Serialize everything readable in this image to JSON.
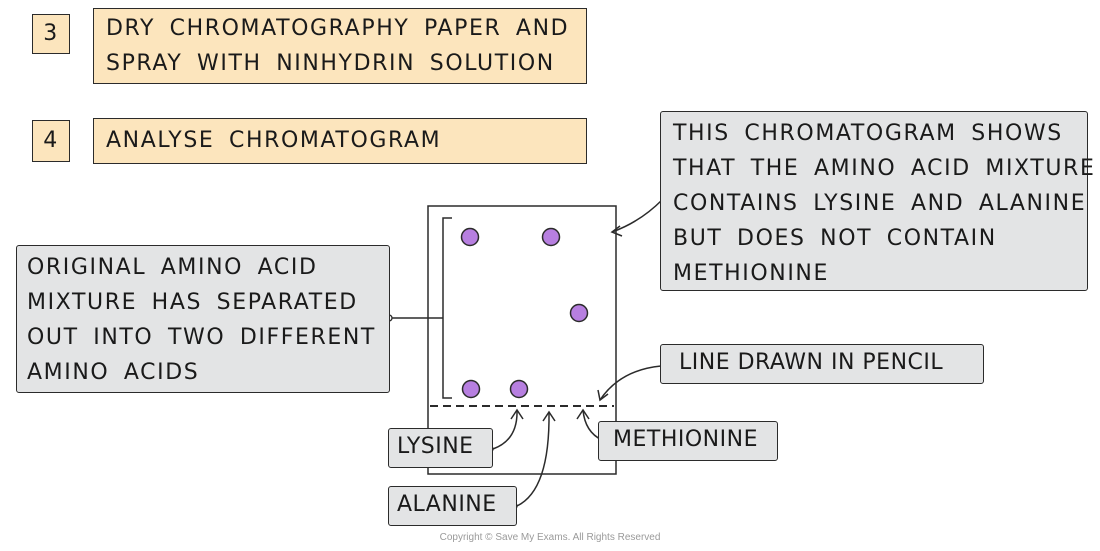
{
  "steps": [
    {
      "number": "3",
      "lines": [
        "DRY CHROMATOGRAPHY PAPER AND",
        "SPRAY WITH NINHYDRIN SOLUTION"
      ]
    },
    {
      "number": "4",
      "lines": [
        "ANALYSE CHROMATOGRAM"
      ]
    }
  ],
  "callouts": {
    "conclusion": [
      "THIS CHROMATOGRAM SHOWS",
      "THAT THE AMINO ACID MIXTURE",
      "CONTAINS LYSINE AND ALANINE",
      "BUT DOES NOT CONTAIN",
      "METHIONINE"
    ],
    "mixture": [
      "ORIGINAL AMINO ACID",
      "MIXTURE HAS SEPARATED",
      "OUT INTO TWO DIFFERENT",
      "AMINO ACIDS"
    ]
  },
  "labels": {
    "pencil_line": "LINE DRAWN IN PENCIL",
    "lysine": "LYSINE",
    "methionine": "METHIONINE",
    "alanine": "ALANINE"
  },
  "colors": {
    "step_fill": "#fce5bd",
    "callout_fill": "#e3e4e5",
    "spot_fill": "#b77fe0"
  },
  "copyright": "Copyright © Save My Exams. All Rights Reserved"
}
